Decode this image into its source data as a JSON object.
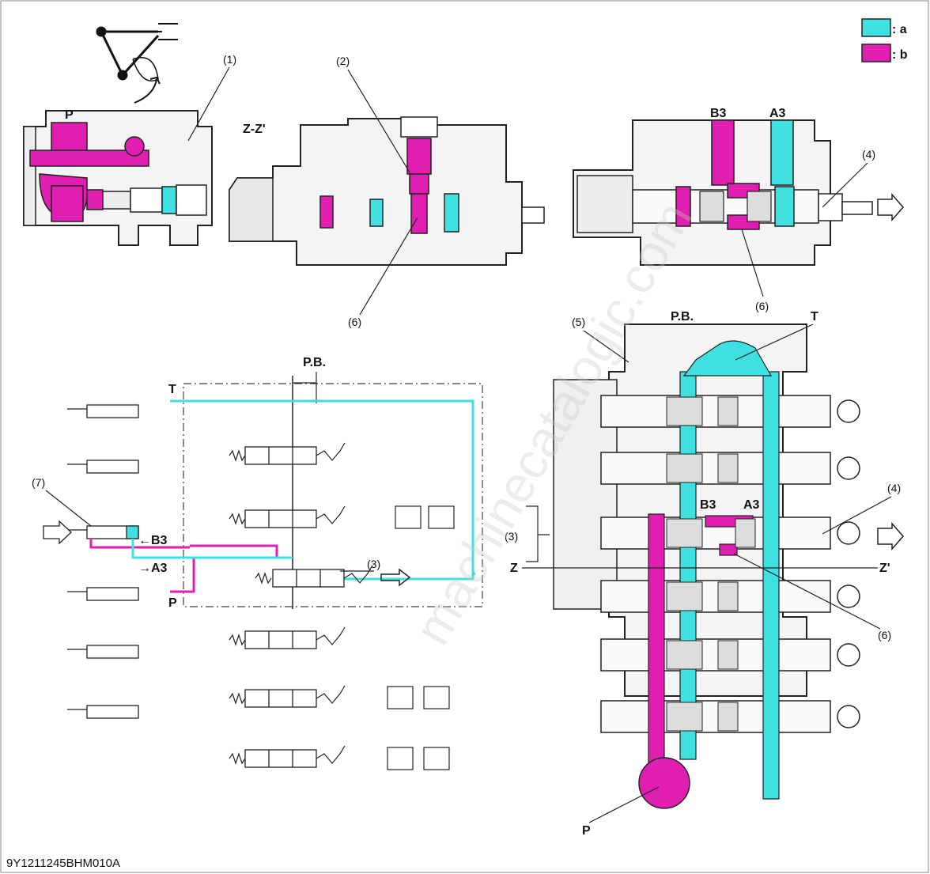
{
  "legend": [
    {
      "key": "a",
      "label": ": a",
      "color": "#3fe0e0"
    },
    {
      "key": "b",
      "label": ": b",
      "color": "#e01fb0"
    }
  ],
  "colors": {
    "line": "#222222",
    "cyan": "#3fe0e0",
    "magenta": "#e01fb0",
    "body": "#f4f4f4"
  },
  "labels": {
    "n1": "(1)",
    "n2": "(2)",
    "n3": "(3)",
    "n4": "(4)",
    "n5": "(5)",
    "n6": "(6)",
    "n7": "(7)",
    "P": "P",
    "T": "T",
    "PB": "P.B.",
    "B3": "B3",
    "A3": "A3",
    "ZZp": "Z-Z'",
    "Z": "Z",
    "Zp": "Z'",
    "B3_arrow": "←B3",
    "A3_arrow": "→A3"
  },
  "figure_code": "9Y1211245BHM010A",
  "watermark": "machinecatalogic.com"
}
